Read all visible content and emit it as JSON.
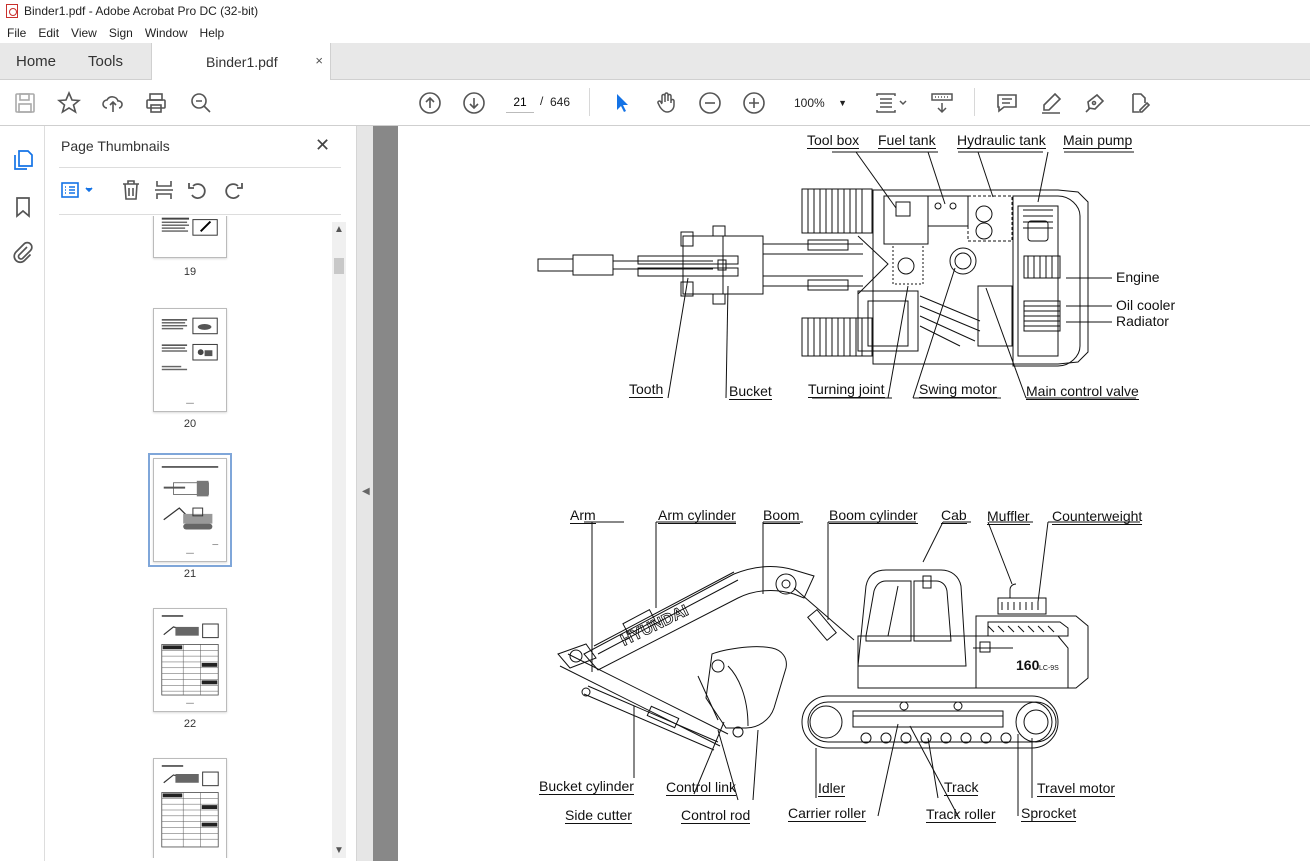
{
  "window": {
    "title": "Binder1.pdf - Adobe Acrobat Pro DC (32-bit)"
  },
  "menu": [
    "File",
    "Edit",
    "View",
    "Sign",
    "Window",
    "Help"
  ],
  "tabs": {
    "home": "Home",
    "tools": "Tools",
    "document": "Binder1.pdf",
    "close": "×"
  },
  "toolbar": {
    "current_page": "21",
    "separator": "/",
    "total_pages": "646",
    "zoom": "100%"
  },
  "panel": {
    "title": "Page Thumbnails",
    "close": "✕",
    "thumbnails": [
      {
        "label": "19"
      },
      {
        "label": "20"
      },
      {
        "label": "21",
        "selected": true
      },
      {
        "label": "22"
      },
      {
        "label": ""
      }
    ]
  },
  "diagram": {
    "top_labels": {
      "tool_box": "Tool box",
      "fuel_tank": "Fuel tank",
      "hydraulic_tank": "Hydraulic tank",
      "main_pump": "Main pump",
      "engine": "Engine",
      "oil_cooler": "Oil cooler",
      "radiator": "Radiator",
      "tooth": "Tooth",
      "bucket": "Bucket",
      "turning_joint": "Turning joint",
      "swing_motor": "Swing motor",
      "main_control_valve": "Main control valve"
    },
    "side_labels": {
      "arm": "Arm",
      "arm_cylinder": "Arm cylinder",
      "boom": "Boom",
      "boom_cylinder": "Boom cylinder",
      "cab": "Cab",
      "muffler": "Muffler",
      "counterweight": "Counterweight",
      "bucket_cylinder": "Bucket cylinder",
      "control_link": "Control link",
      "idler": "Idler",
      "track": "Track",
      "travel_motor": "Travel motor",
      "side_cutter": "Side cutter",
      "control_rod": "Control rod",
      "carrier_roller": "Carrier roller",
      "track_roller": "Track roller",
      "sprocket": "Sprocket"
    },
    "brand_text": "HYUNDAI",
    "model_text": "160",
    "model_suffix": "LC-9S"
  }
}
